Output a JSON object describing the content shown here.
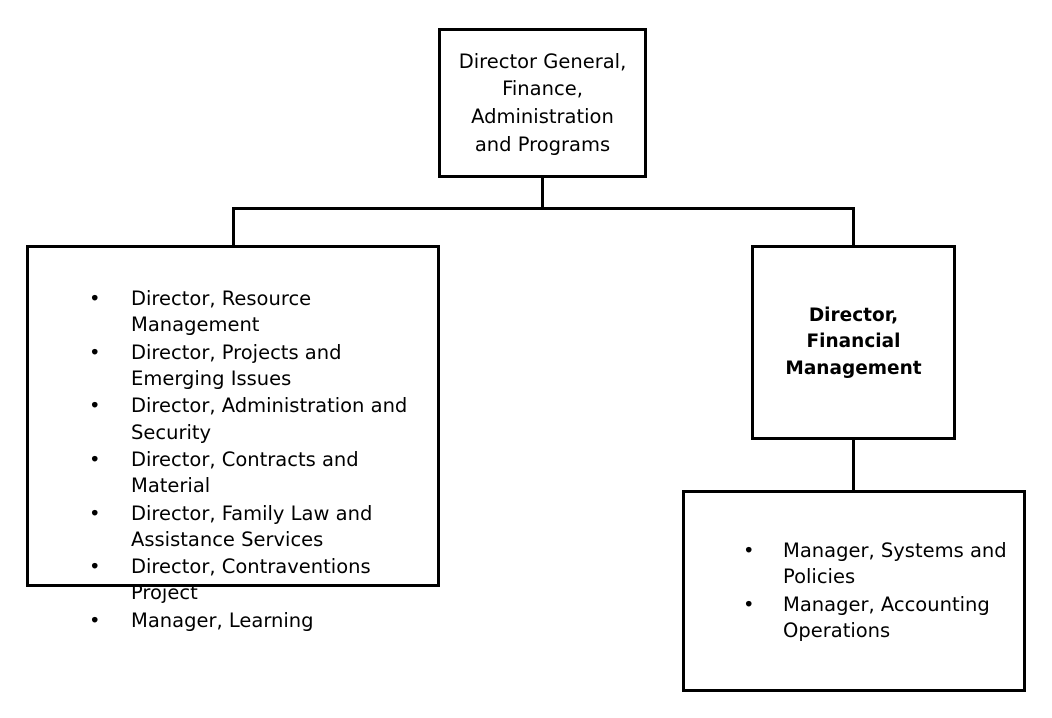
{
  "chart_data": {
    "type": "diagram",
    "diagram_type": "organizational-chart",
    "orientation": "top-down",
    "nodes": [
      {
        "id": "director-general",
        "title": "Director General, Finance, Administration and Programs",
        "bold": false,
        "items": []
      },
      {
        "id": "directors-group",
        "title": "",
        "bold": false,
        "items": [
          "Director, Resource Management",
          "Director, Projects and Emerging Issues",
          "Director, Administration and Security",
          "Director, Contracts and Material",
          "Director, Family Law and Assistance Services",
          "Director, Contraventions Project",
          "Manager, Learning"
        ]
      },
      {
        "id": "director-financial-management",
        "title": "Director, Financial Management",
        "bold": true,
        "items": []
      },
      {
        "id": "managers-group",
        "title": "",
        "bold": false,
        "items": [
          "Manager, Systems and Policies",
          "Manager, Accounting Operations"
        ]
      }
    ],
    "edges": [
      {
        "from": "director-general",
        "to": "directors-group"
      },
      {
        "from": "director-general",
        "to": "director-financial-management"
      },
      {
        "from": "director-financial-management",
        "to": "managers-group"
      }
    ],
    "bullet_glyph": "•",
    "colors": {
      "background": "#ffffff",
      "border": "#000000",
      "text": "#000000",
      "connector": "#000000"
    }
  },
  "nodes": {
    "director_general": {
      "title": "Director General, Finance, Administration and Programs"
    },
    "directors_group": {
      "items": [
        "Director, Resource Management",
        "Director, Projects and Emerging Issues",
        "Director, Administration and Security",
        "Director, Contracts and Material",
        "Director, Family Law and Assistance Services",
        "Director, Contraventions Project",
        "Manager, Learning"
      ]
    },
    "director_financial_management": {
      "title": "Director, Financial Management"
    },
    "managers_group": {
      "items": [
        "Manager, Systems and Policies",
        "Manager, Accounting Operations"
      ]
    }
  },
  "bullet": "•"
}
